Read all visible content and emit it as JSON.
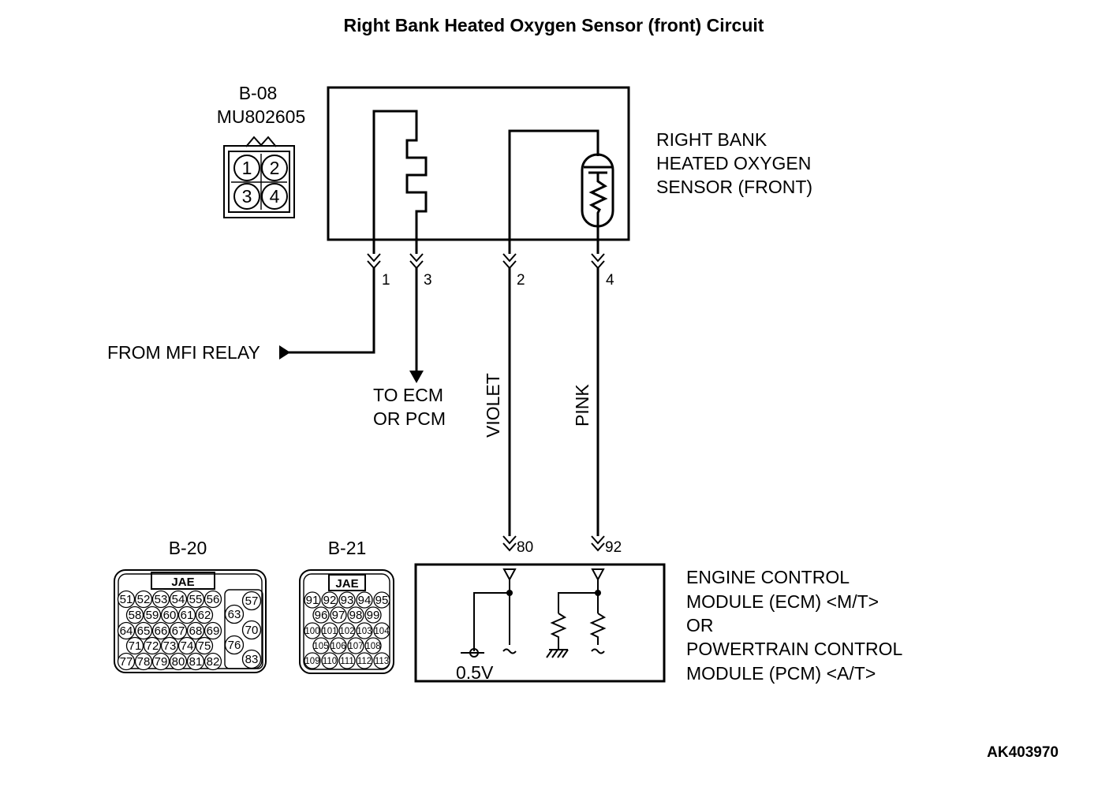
{
  "title": "Right Bank Heated Oxygen Sensor (front) Circuit",
  "sensor_connector": {
    "id": "B-08",
    "part_number": "MU802605",
    "pins": [
      "1",
      "2",
      "3",
      "4"
    ]
  },
  "sensor": {
    "name_lines": [
      "RIGHT BANK",
      "HEATED OXYGEN",
      "SENSOR (FRONT)"
    ]
  },
  "sensor_pins": {
    "p1": "1",
    "p3": "3",
    "p2": "2",
    "p4": "4"
  },
  "labels": {
    "from_mfi_relay": "FROM MFI RELAY",
    "to_ecm_1": "TO ECM",
    "to_ecm_2": "OR PCM",
    "wire_violet": "VIOLET",
    "wire_pink": "PINK"
  },
  "module_pins": {
    "violet": "80",
    "pink": "92"
  },
  "module": {
    "name_lines": [
      "ENGINE CONTROL",
      "MODULE (ECM) <M/T>",
      "OR",
      "POWERTRAIN CONTROL",
      "MODULE (PCM) <A/T>"
    ],
    "reference_voltage": "0.5V"
  },
  "connector_b20": {
    "id": "B-20",
    "maker": "JAE",
    "rows": [
      [
        "51",
        "52",
        "53",
        "54",
        "55",
        "56"
      ],
      [
        "58",
        "59",
        "60",
        "61",
        "62"
      ],
      [
        "64",
        "65",
        "66",
        "67",
        "68",
        "69"
      ],
      [
        "71",
        "72",
        "73",
        "74",
        "75"
      ],
      [
        "77",
        "78",
        "79",
        "80",
        "81",
        "82"
      ]
    ],
    "side": [
      "57",
      "63",
      "70",
      "76",
      "83"
    ]
  },
  "connector_b21": {
    "id": "B-21",
    "maker": "JAE",
    "rows": [
      [
        "91",
        "92",
        "93",
        "94",
        "95"
      ],
      [
        "96",
        "97",
        "98",
        "99"
      ],
      [
        "100",
        "101",
        "102",
        "103",
        "104"
      ],
      [
        "105",
        "106",
        "107",
        "108"
      ],
      [
        "109",
        "110",
        "111",
        "112",
        "113"
      ]
    ]
  },
  "figure_code": "AK403970"
}
